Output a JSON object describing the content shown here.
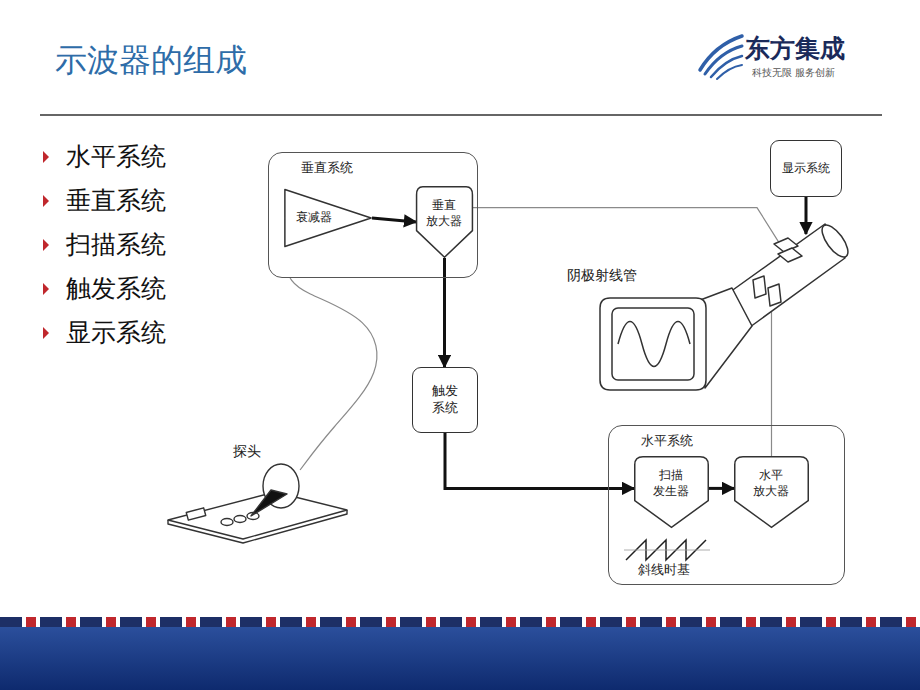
{
  "diagram": {
    "title": "示波器的组成",
    "nodes": [
      {
        "text": [
          "垂直系统"
        ]
      },
      {
        "text": [
          "衰减器"
        ],
        "in": 0
      },
      {
        "text": [
          "垂直 放大器"
        ],
        "in": 0
      },
      {
        "text": [
          "显示系统"
        ]
      },
      {
        "text": [
          "阴极射线管"
        ]
      },
      {
        "text": [
          "触发 系统"
        ]
      },
      {
        "text": [
          "探头"
        ]
      },
      {
        "text": [
          "水平系统"
        ]
      },
      {
        "text": [
          "扫描 发生器"
        ],
        "in": 7
      },
      {
        "text": [
          "水平 放大器"
        ],
        "in": 7
      }
    ],
    "edges": [
      {
        "from": 1,
        "to": 2,
        "arrow": "to"
      },
      {
        "from": 2,
        "to": 5,
        "arrow": "to"
      },
      {
        "from": 5,
        "to": 8,
        "arrow": "to"
      },
      {
        "from": 8,
        "to": 9,
        "arrow": "to"
      },
      {
        "from": 3,
        "to": 4,
        "arrow": "to"
      },
      {
        "from": 2,
        "to": 4,
        "arrow": "none"
      },
      {
        "from": 9,
        "to": 4,
        "arrow": "none"
      },
      {
        "from": 6,
        "to": 0,
        "arrow": "none"
      }
    ],
    "labels": [
      "东方集成",
      "科技无限 服务创新",
      "水平系统",
      "垂直系统",
      "扫描系统",
      "触发系统",
      "显示系统",
      "斜线时基"
    ]
  }
}
